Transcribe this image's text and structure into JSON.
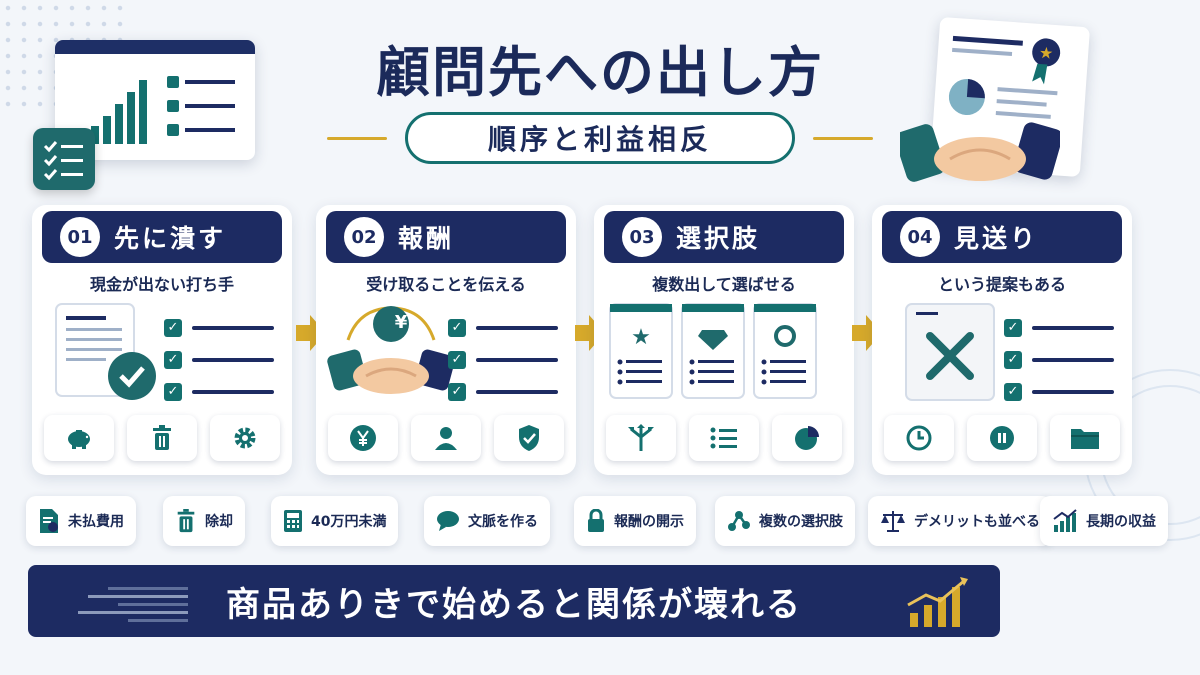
{
  "title": "顧問先への出し方",
  "subtitle": "順序と利益相反",
  "cards": [
    {
      "num": "01",
      "title": "先に潰す",
      "subtitle": "現金が出ない打ち手",
      "icons": [
        "piggy-bank-icon",
        "trash-icon",
        "gear-icon"
      ]
    },
    {
      "num": "02",
      "title": "報酬",
      "subtitle": "受け取ることを伝える",
      "icons": [
        "yen-coin-icon",
        "person-icon",
        "shield-check-icon"
      ]
    },
    {
      "num": "03",
      "title": "選択肢",
      "subtitle": "複数出して選ばせる",
      "icons": [
        "branch-arrows-icon",
        "list-icon",
        "pie-chart-icon"
      ]
    },
    {
      "num": "04",
      "title": "見送り",
      "subtitle": "という提案もある",
      "icons": [
        "clock-icon",
        "pause-icon",
        "folder-icon"
      ]
    }
  ],
  "tags": [
    {
      "label": "未払費用",
      "icon": "invoice-yen-icon"
    },
    {
      "label": "除却",
      "icon": "trash-icon"
    },
    {
      "label": "40万円未満",
      "icon": "calculator-icon"
    },
    {
      "label": "文脈を作る",
      "icon": "speech-bubble-icon"
    },
    {
      "label": "報酬の開示",
      "icon": "lock-icon"
    },
    {
      "label": "複数の選択肢",
      "icon": "nodes-icon"
    },
    {
      "label": "デメリットも並べる",
      "icon": "scales-icon"
    },
    {
      "label": "長期の収益",
      "icon": "growth-chart-icon"
    }
  ],
  "banner": "商品ありきで始めると関係が壊れる",
  "colors": {
    "navy": "#1d2b62",
    "teal": "#14706f",
    "gold": "#d6a92b",
    "background": "#f3f6fa"
  },
  "card2_coin_symbol": "¥"
}
